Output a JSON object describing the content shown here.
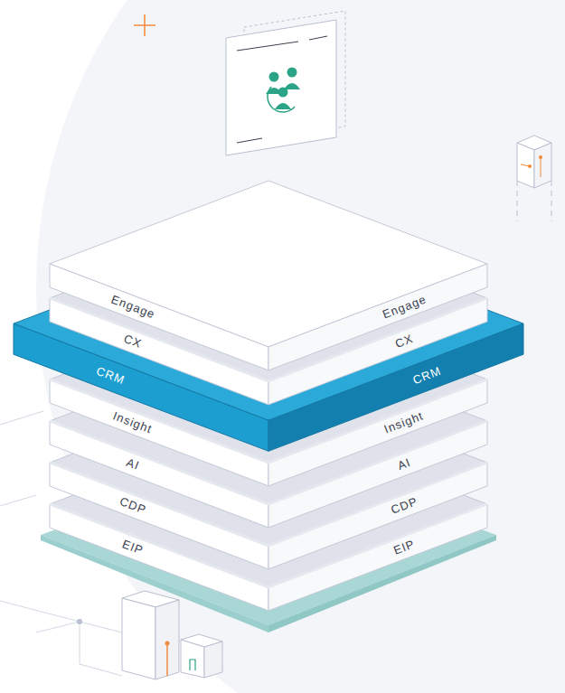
{
  "diagram": {
    "nodes": [
      {
        "text": [
          "Engage",
          "Engage"
        ]
      },
      {
        "text": [
          "CX",
          "CX"
        ]
      },
      {
        "text": [
          "CRM",
          "CRM"
        ]
      },
      {
        "text": [
          "Insight",
          "Insight"
        ]
      },
      {
        "text": [
          "AI",
          "AI"
        ]
      },
      {
        "text": [
          "CDP",
          "CDP"
        ]
      },
      {
        "text": [
          "EIP",
          "EIP"
        ]
      }
    ]
  }
}
